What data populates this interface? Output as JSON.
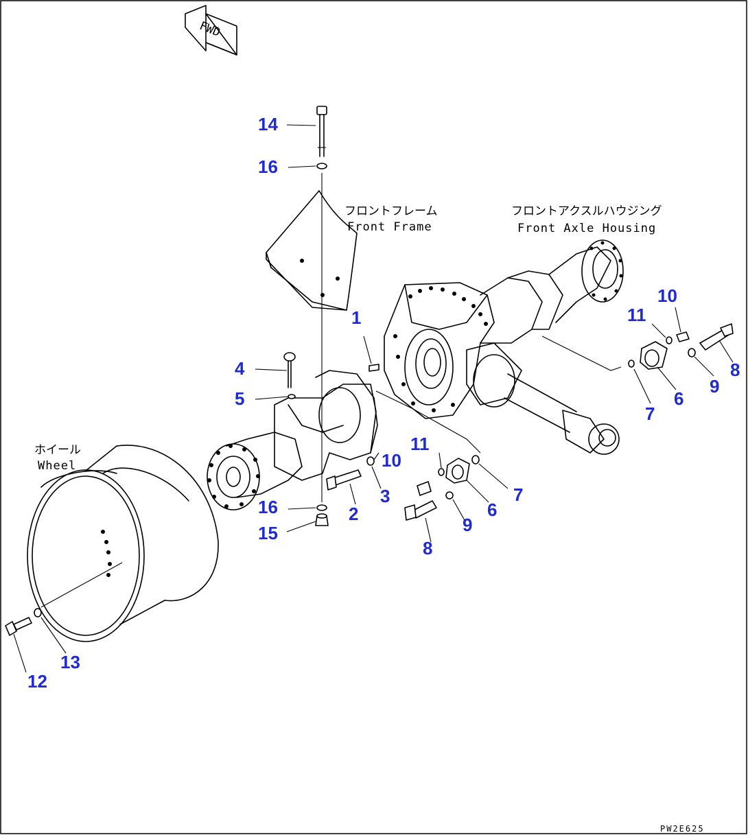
{
  "diagram": {
    "direction_marker": "FWD",
    "drawing_code": "PW2E625",
    "labels": {
      "front_frame_jp": "フロントフレーム",
      "front_frame_en": "Front Frame",
      "front_axle_housing_jp": "フロントアクスルハウジング",
      "front_axle_housing_en": "Front Axle Housing",
      "wheel_jp": "ホイール",
      "wheel_en": "Wheel"
    },
    "callouts": [
      "1",
      "2",
      "3",
      "4",
      "5",
      "6",
      "7",
      "8",
      "9",
      "10",
      "11",
      "12",
      "13",
      "14",
      "15",
      "16"
    ],
    "colors": {
      "callout": "#1f2bd1",
      "line": "#000000",
      "background": "#ffffff"
    }
  }
}
